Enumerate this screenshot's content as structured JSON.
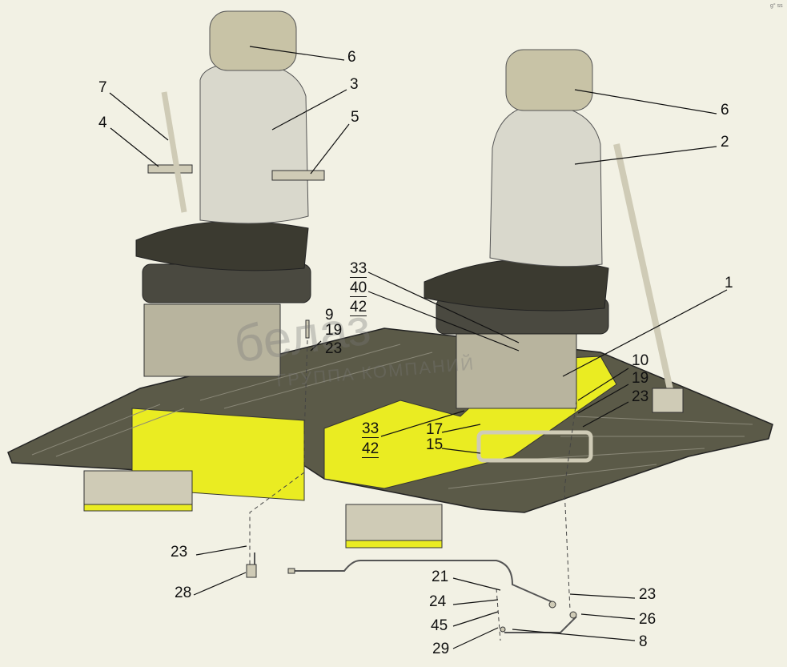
{
  "labels": {
    "l6a": "6",
    "l3": "3",
    "l7": "7",
    "l4": "4",
    "l5": "5",
    "l6b": "6",
    "l2": "2",
    "l1": "1",
    "l33a": "33",
    "l40": "40",
    "l42a": "42",
    "l9": "9",
    "l19a": "19",
    "l23a": "23",
    "l10": "10",
    "l19b": "19",
    "l23b": "23",
    "l33b": "33",
    "l42b": "42",
    "l17": "17",
    "l15": "15",
    "l23c": "23",
    "l28": "28",
    "l21": "21",
    "l24": "24",
    "l45": "45",
    "l29": "29",
    "l23d": "23",
    "l26": "26",
    "l8": "8"
  },
  "watermark": {
    "brand": "белаз",
    "tagline": "ГРУППА КОМПАНИЙ"
  },
  "corner_mark": "g° ss",
  "colors": {
    "background": "#f2f1e4",
    "floor": "#5b5a48",
    "yellow": "#eaec22",
    "seat_cushion": "#3b3a30",
    "seat_back": "#d9d8cc",
    "headrest": "#c8c3a6",
    "metal": "#cfcbb6",
    "line": "#111111"
  }
}
